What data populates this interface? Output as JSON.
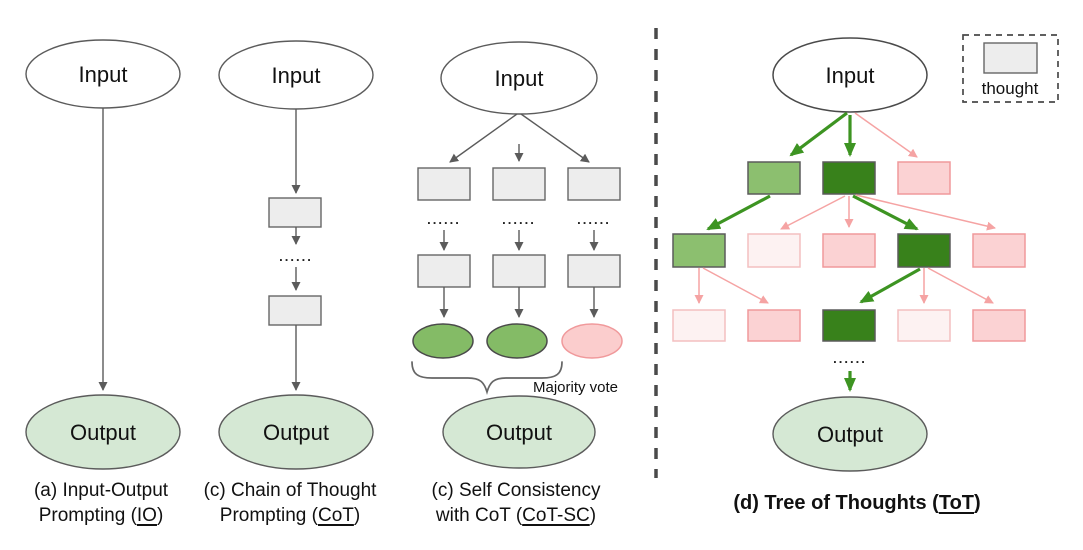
{
  "labels": {
    "input": "Input",
    "output": "Output",
    "dots": "......",
    "majority_vote": "Majority vote",
    "thought": "thought"
  },
  "captions": {
    "io": {
      "line1": "(a) Input-Output",
      "line2_prefix": "Prompting (",
      "abbr": "IO",
      "line2_suffix": ")"
    },
    "cot": {
      "line1": "(c) Chain of Thought",
      "line2_prefix": "Prompting (",
      "abbr": "CoT",
      "line2_suffix": ")"
    },
    "cot_sc": {
      "line1": "(c) Self Consistency",
      "line2_prefix": "with CoT (",
      "abbr": "CoT-SC",
      "line2_suffix": ")"
    },
    "tot": {
      "prefix": "(d) Tree of Thoughts (",
      "abbr": "ToT",
      "suffix": ")"
    }
  },
  "colors": {
    "white": "#FFFFFF",
    "dark_green": "#38811B",
    "mid_green": "#8CBF6F",
    "green_node": "#84BB66",
    "output_green": "#D5E8D4",
    "light_pink": "#FBD2D3",
    "faint_pink": "#FDF2F2",
    "pink_node": "#FBCDCD",
    "pink_stroke": "#F0999B",
    "faint_pink_stroke": "#F4BFC0",
    "thought_gray": "#EDEDED",
    "box_stroke": "#666666",
    "gray_stroke": "#5B5B5B",
    "divider_gray": "#4A4A4A",
    "green_arrow": "#3D9422",
    "pink_arrow": "#F5A3A3"
  }
}
